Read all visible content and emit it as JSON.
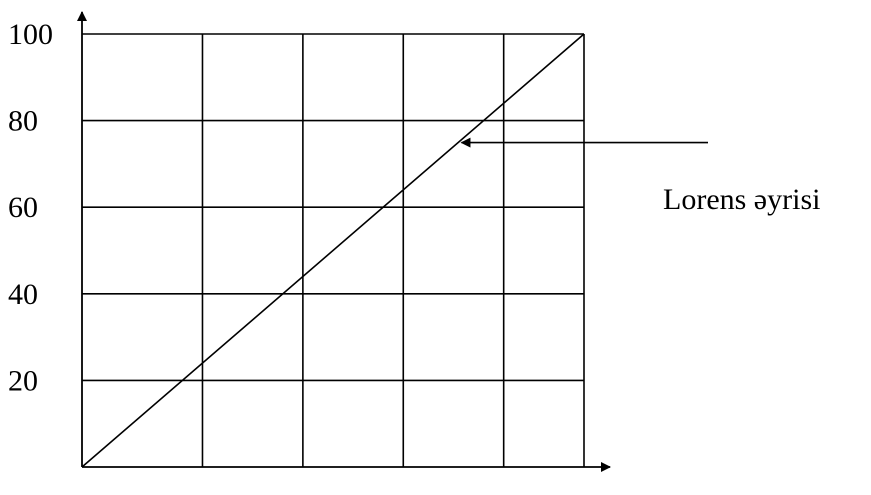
{
  "chart_data": {
    "type": "line",
    "title": "",
    "xlabel": "",
    "ylabel": "",
    "xlim": [
      0,
      100
    ],
    "ylim": [
      0,
      100
    ],
    "grid": true,
    "x_grid_values": [
      0,
      24,
      44,
      64,
      84,
      100
    ],
    "y_ticks": [
      20,
      40,
      60,
      80,
      100
    ],
    "y_tick_labels": [
      "20",
      "40",
      "60",
      "80",
      "100"
    ],
    "series": [
      {
        "x": [
          0,
          100
        ],
        "y": [
          0,
          100
        ]
      }
    ],
    "annotation": {
      "text": "Lorens əyrisi",
      "target": {
        "x": 74,
        "y": 74
      }
    },
    "colors": {
      "line": "#000000",
      "grid": "#000000",
      "background": "#ffffff"
    }
  }
}
